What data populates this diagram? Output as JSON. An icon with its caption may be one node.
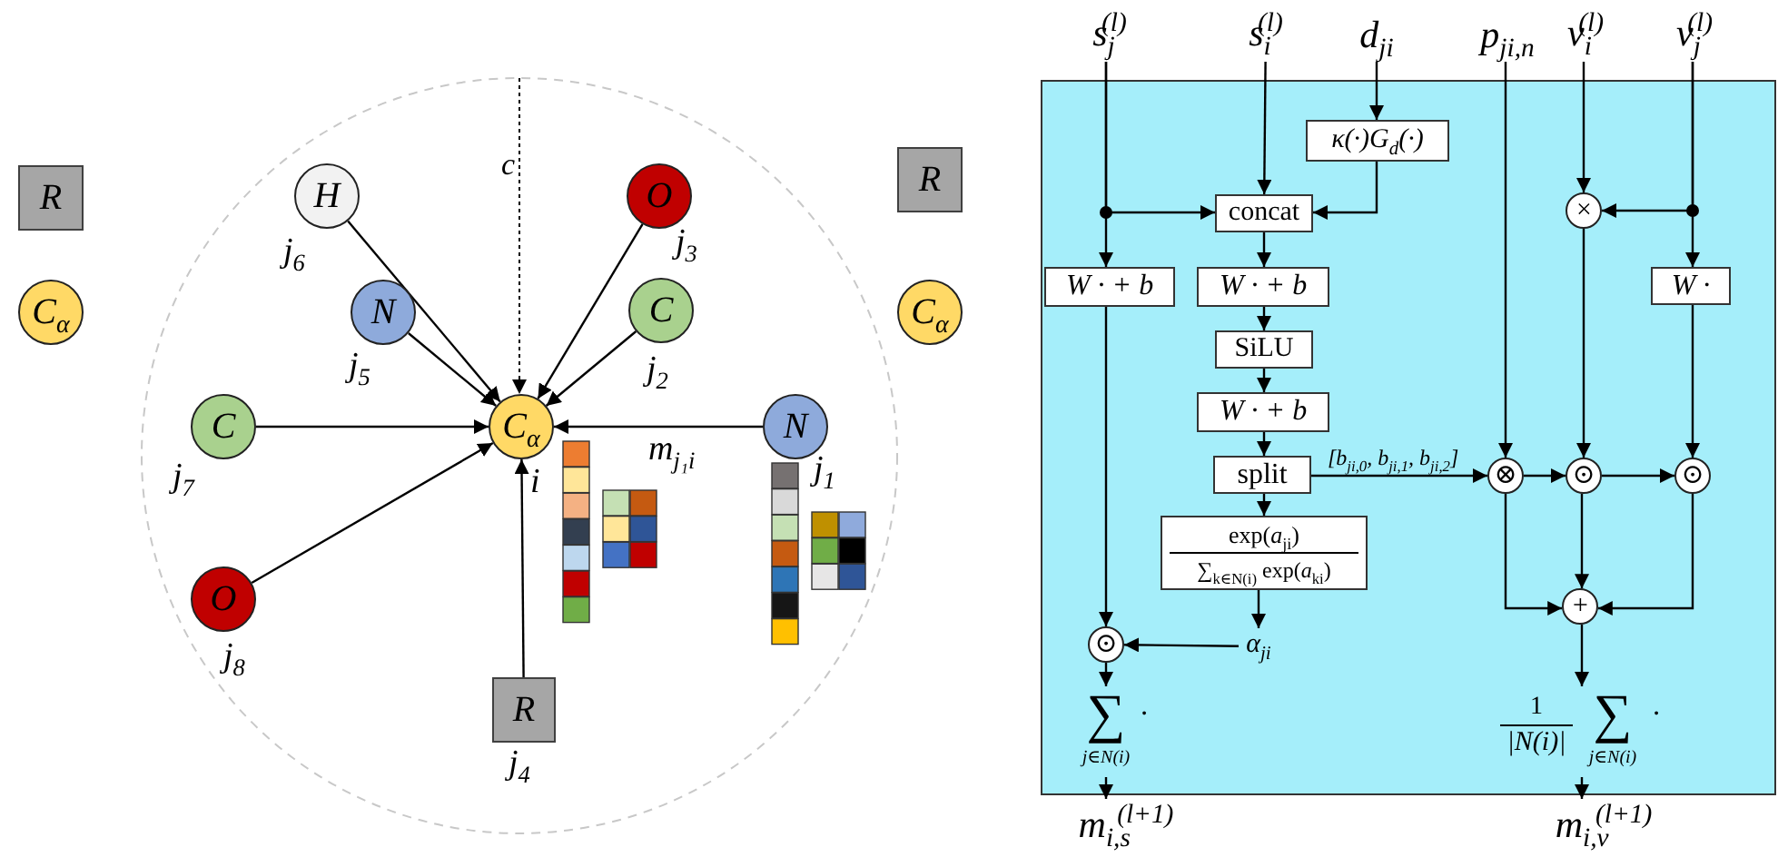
{
  "diagram": {
    "nodes": [
      {
        "text": [
          "R"
        ]
      },
      {
        "text": [
          "C$_{α}$"
        ]
      },
      {
        "text": [
          "H"
        ],
        "beside": [
          "j$_{6}$"
        ]
      },
      {
        "text": [
          "O"
        ],
        "beside": [
          "j$_{3}$"
        ]
      },
      {
        "text": [
          "N"
        ],
        "beside": [
          "j$_{5}$"
        ]
      },
      {
        "text": [
          "C"
        ],
        "beside": [
          "j$_{2}$"
        ]
      },
      {
        "text": [
          "C"
        ],
        "beside": [
          "j$_{7}$"
        ]
      },
      {
        "text": [
          "C$_{α}$"
        ],
        "beside": [
          "i"
        ]
      },
      {
        "text": [
          "N"
        ],
        "beside": [
          "j$_{1}$"
        ]
      },
      {
        "text": [
          "O"
        ],
        "beside": [
          "j$_{8}$"
        ]
      },
      {
        "text": [
          "R"
        ],
        "beside": [
          "j$_{4}$"
        ]
      },
      {
        "text": [
          "R"
        ]
      },
      {
        "text": [
          "C$_{α}$"
        ]
      },
      {
        "text": [],
        "shape": "box"
      },
      {
        "text": [
          "s$_{j}$$^{(l)}$"
        ]
      },
      {
        "text": [
          "s$_{i}$$^{(l)}$"
        ]
      },
      {
        "text": [
          "d$_{ji}$"
        ]
      },
      {
        "text": [
          "p$_{ji,n}$"
        ]
      },
      {
        "text": [
          "v$_{i}$$^{(l)}$"
        ]
      },
      {
        "text": [
          "v$_{j}$$^{(l)}$"
        ]
      },
      {
        "text": [
          "κ(·)G$_{d}$(·)"
        ],
        "in": 13
      },
      {
        "text": [
          "concat"
        ],
        "in": 13
      },
      {
        "text": [
          "×"
        ],
        "in": 13
      },
      {
        "text": [
          "W · + b"
        ],
        "in": 13
      },
      {
        "text": [
          "W · + b"
        ],
        "in": 13
      },
      {
        "text": [
          "W ·"
        ],
        "in": 13
      },
      {
        "text": [
          "SiLU"
        ],
        "in": 13
      },
      {
        "text": [
          "W · + b"
        ],
        "in": 13
      },
      {
        "text": [
          "split"
        ],
        "in": 13
      },
      {
        "text": [
          "⊗"
        ],
        "in": 13
      },
      {
        "text": [
          "⊙"
        ],
        "in": 13
      },
      {
        "text": [
          "⊙"
        ],
        "in": 13
      },
      {
        "text": [
          "exp(*a*$_{ji}$)",
          "∑$_{k∈N(i)}$ exp(*a*$_{ki}$)"
        ],
        "in": 13
      },
      {
        "text": [
          "+"
        ],
        "in": 13
      },
      {
        "text": [
          "⊙"
        ],
        "in": 13
      },
      {
        "text": [
          "α$_{ji}$"
        ],
        "in": 13
      },
      {
        "text": [
          "∑",
          "j∈N(i)",
          "·"
        ],
        "in": 13
      },
      {
        "text": [
          "1",
          "|N(i)|",
          "∑",
          "j∈N(i)",
          "·"
        ],
        "in": 13
      },
      {
        "text": [
          "m$_{i,s}$$^{(l+1)}$"
        ]
      },
      {
        "text": [
          "m$_{i,v}$$^{(l+1)}$"
        ]
      }
    ],
    "edges": [
      {
        "from": 2,
        "to": 7,
        "arrow": "to"
      },
      {
        "from": 3,
        "to": 7,
        "arrow": "to"
      },
      {
        "from": 4,
        "to": 7,
        "arrow": "to"
      },
      {
        "from": 5,
        "to": 7,
        "arrow": "to"
      },
      {
        "from": 6,
        "to": 7,
        "arrow": "to"
      },
      {
        "from": 8,
        "to": 7,
        "arrow": "to",
        "label": "m$_{j₁i}$"
      },
      {
        "from": 9,
        "to": 7,
        "arrow": "to"
      },
      {
        "from": 10,
        "to": 7,
        "arrow": "to"
      },
      {
        "from": 14,
        "to": 23,
        "arrow": "to"
      },
      {
        "from": 14,
        "to": 21,
        "arrow": "to"
      },
      {
        "from": 15,
        "to": 21,
        "arrow": "to"
      },
      {
        "from": 16,
        "to": 20,
        "arrow": "to"
      },
      {
        "from": 20,
        "to": 21,
        "arrow": "to"
      },
      {
        "from": 21,
        "to": 24,
        "arrow": "to"
      },
      {
        "from": 24,
        "to": 26,
        "arrow": "to"
      },
      {
        "from": 26,
        "to": 27,
        "arrow": "to"
      },
      {
        "from": 27,
        "to": 28,
        "arrow": "to"
      },
      {
        "from": 28,
        "to": 29,
        "arrow": "to",
        "label": "[b$_{ji,0}$, b$_{ji,1}$, b$_{ji,2}$]"
      },
      {
        "from": 28,
        "to": 32,
        "arrow": "to"
      },
      {
        "from": 32,
        "to": 35,
        "arrow": "to"
      },
      {
        "from": 35,
        "to": 34,
        "arrow": "to"
      },
      {
        "from": 23,
        "to": 34,
        "arrow": "to"
      },
      {
        "from": 34,
        "to": 36,
        "arrow": "to"
      },
      {
        "from": 36,
        "to": 38,
        "arrow": "to"
      },
      {
        "from": 17,
        "to": 29,
        "arrow": "to"
      },
      {
        "from": 18,
        "to": 22,
        "arrow": "to"
      },
      {
        "from": 19,
        "to": 22,
        "arrow": "to"
      },
      {
        "from": 19,
        "to": 25,
        "arrow": "to"
      },
      {
        "from": 22,
        "to": 30,
        "arrow": "to"
      },
      {
        "from": 29,
        "to": 30,
        "arrow": "to"
      },
      {
        "from": 30,
        "to": 31,
        "arrow": "to"
      },
      {
        "from": 25,
        "to": 31,
        "arrow": "to"
      },
      {
        "from": 29,
        "to": 33,
        "arrow": "to"
      },
      {
        "from": 30,
        "to": 33,
        "arrow": "to"
      },
      {
        "from": 31,
        "to": 33,
        "arrow": "to"
      },
      {
        "from": 33,
        "to": 37,
        "arrow": "to"
      },
      {
        "from": 37,
        "to": 39,
        "arrow": "to"
      }
    ],
    "labels": [
      "c"
    ]
  }
}
